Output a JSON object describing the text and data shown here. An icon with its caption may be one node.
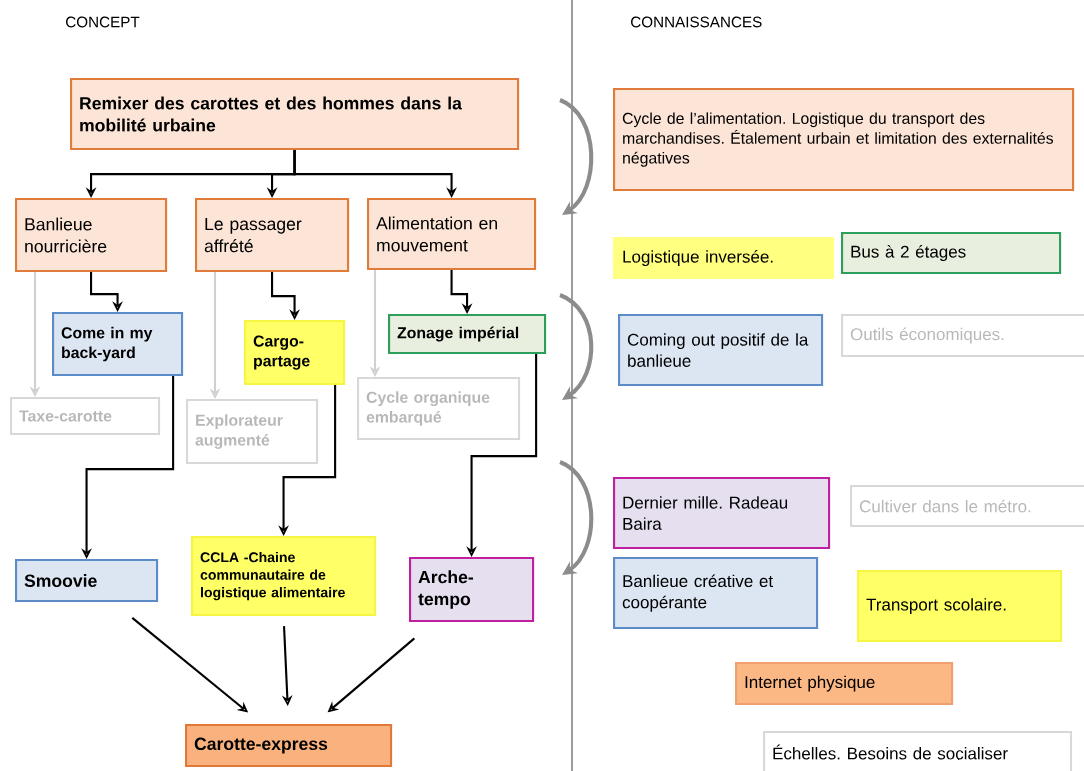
{
  "diagram": {
    "nodes": [
      {
        "text": [
          "Remixer des carottes et des hommes dans la mobilité urbaine"
        ]
      },
      {
        "text": [
          "Banlieue nourricière"
        ]
      },
      {
        "text": [
          "Le passager affrété"
        ]
      },
      {
        "text": [
          "Alimentation en mouvement"
        ]
      },
      {
        "text": [
          "Come in my back-yard"
        ]
      },
      {
        "text": [
          "Cargo-partage"
        ]
      },
      {
        "text": [
          "Zonage impérial"
        ]
      },
      {
        "text": [
          "Taxe-carotte"
        ]
      },
      {
        "text": [
          "Explorateur augmenté"
        ]
      },
      {
        "text": [
          "Cycle organique embarqué"
        ]
      },
      {
        "text": [
          "Smoovie"
        ]
      },
      {
        "text": [
          "CCLA -Chaine communautaire de logistique alimentaire"
        ]
      },
      {
        "text": [
          "Arche-tempo"
        ]
      },
      {
        "text": [
          "Carotte-express"
        ]
      },
      {
        "text": [
          "Cycle de l’alimentation. Logistique du transport des marchandises. Étalement urbain et limitation des externalités négatives"
        ]
      },
      {
        "text": [
          "Logistique inversée."
        ]
      },
      {
        "text": [
          "Bus à 2 étages"
        ]
      },
      {
        "text": [
          "Coming out positif de la banlieue"
        ]
      },
      {
        "text": [
          "Outils économiques."
        ]
      },
      {
        "text": [
          "Dernier mille. Radeau Baira"
        ]
      },
      {
        "text": [
          "Cultiver dans le métro."
        ]
      },
      {
        "text": [
          "Banlieue créative et coopérante"
        ]
      },
      {
        "text": [
          "Transport scolaire."
        ]
      },
      {
        "text": [
          "Internet physique"
        ]
      },
      {
        "text": [
          "Échelles. Besoins de socialiser"
        ]
      }
    ],
    "edges": [
      {
        "from": 0,
        "to": 1,
        "arrow": "to"
      },
      {
        "from": 0,
        "to": 2,
        "arrow": "to"
      },
      {
        "from": 0,
        "to": 3,
        "arrow": "to"
      },
      {
        "from": 1,
        "to": 4,
        "arrow": "to"
      },
      {
        "from": 2,
        "to": 5,
        "arrow": "to"
      },
      {
        "from": 3,
        "to": 6,
        "arrow": "to"
      },
      {
        "from": 1,
        "to": 7,
        "arrow": "to",
        "color": "#d0d0d0"
      },
      {
        "from": 2,
        "to": 8,
        "arrow": "to",
        "color": "#d0d0d0"
      },
      {
        "from": 3,
        "to": 9,
        "arrow": "to",
        "color": "#d0d0d0"
      },
      {
        "from": 4,
        "to": 10,
        "arrow": "to"
      },
      {
        "from": 5,
        "to": 11,
        "arrow": "to"
      },
      {
        "from": 6,
        "to": 12,
        "arrow": "to"
      },
      {
        "from": 10,
        "to": 13,
        "arrow": "to"
      },
      {
        "from": 11,
        "to": 13,
        "arrow": "to"
      },
      {
        "from": 12,
        "to": 13,
        "arrow": "to"
      }
    ],
    "labels": [
      "CONCEPT",
      "CONNAISSANCES"
    ]
  }
}
